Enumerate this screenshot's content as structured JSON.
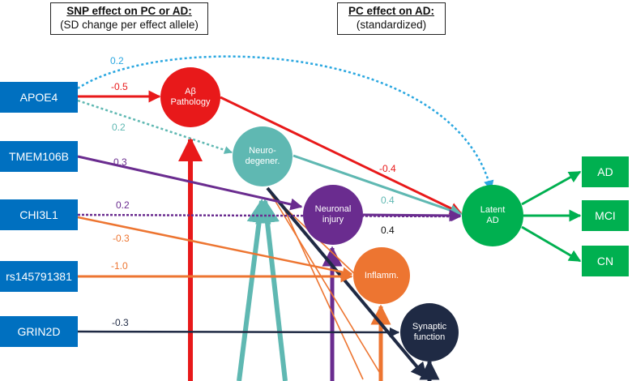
{
  "headers": {
    "snp_effect": {
      "title": "SNP effect on PC or AD:",
      "subtitle": "(SD change per effect allele)"
    },
    "pc_effect": {
      "title": "PC effect on AD:",
      "subtitle": "(standardized)"
    }
  },
  "snps": [
    "APOE4",
    "TMEM106B",
    "CHI3L1",
    "rs145791381",
    "GRIN2D"
  ],
  "pathology_nodes": {
    "abeta": {
      "line1": "Aβ",
      "line2": "Pathology"
    },
    "neurodegen": {
      "line1": "Neuro-",
      "line2": "degener."
    },
    "neuronal_injury": {
      "line1": "Neuronal",
      "line2": "injury"
    },
    "inflamm": {
      "line1": "Inflamm."
    },
    "synaptic": {
      "line1": "Synaptic",
      "line2": "function"
    }
  },
  "latent": {
    "line1": "Latent",
    "line2": "AD"
  },
  "outcomes": [
    "AD",
    "MCI",
    "CN"
  ],
  "edge_labels": {
    "apoe4_latent": "0.2",
    "apoe4_abeta": "-0.5",
    "apoe4_neurodegen": "0.2",
    "tmem_injury": "0.3",
    "chi3l1_latent": "0.2",
    "chi3l1_inflamm": "-0.3",
    "rs_inflamm": "-1.0",
    "grin2d_synaptic": "-0.3",
    "abeta_latent": "-0.4",
    "neurodegen_latent": "0.4",
    "injury_latent": "0.4"
  },
  "colors": {
    "snp_box": "#0070c0",
    "outcome": "#00b050",
    "apoe4": "#e8191a",
    "neurodegen": "#5fb8b2",
    "tmem106b": "#6a2c8f",
    "chi3l1": "#ed7531",
    "grin2d": "#1f2a44",
    "dotted_blue": "#2aa7e0"
  }
}
